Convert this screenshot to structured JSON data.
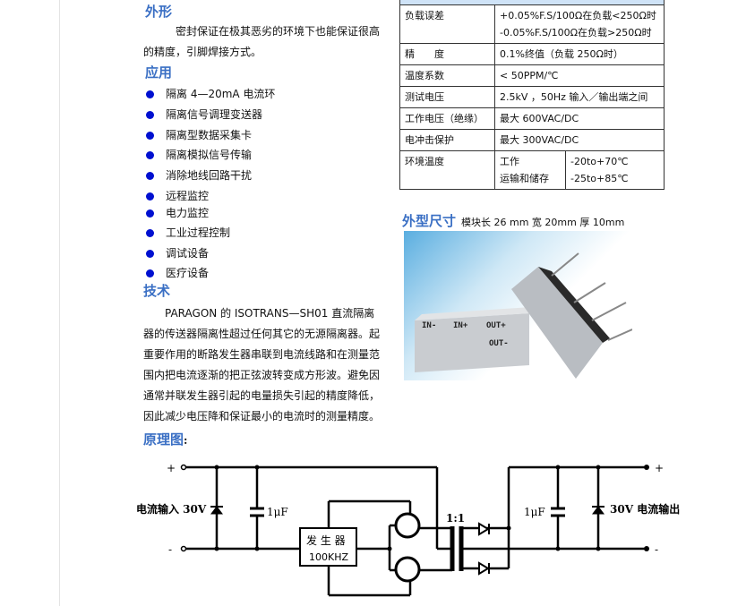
{
  "shape": {
    "heading": "外形",
    "text": "密封保证在极其恶劣的环境下也能保证很高的精度，引脚焊接方式。"
  },
  "application": {
    "heading": "应用",
    "items": [
      "隔离 4—20mA 电流环",
      "隔离信号调理变送器",
      "隔离型数据采集卡",
      "隔离模拟信号传输",
      "消除地线回路干扰",
      "远程监控",
      "电力监控",
      "工业过程控制",
      "调试设备",
      "医疗设备"
    ]
  },
  "tech": {
    "heading": "技术",
    "text": "PARAGON 的 ISOTRANS—SH01 直流隔离器的传送器隔离性超过任何其它的无源隔离器。起重要作用的断路发生器串联到电流线路和在测量范围内把电流逐渐的把正弦波转变成方形波。避免因通常并联发生器引起的电量损失引起的精度降低，因此减少电压降和保证最小的电流时的测量精度。"
  },
  "spec_table": {
    "rows": [
      {
        "label": "负载误差",
        "values": [
          "+0.05%F.S/100Ω在负载<250Ω时",
          "-0.05%F.S/100Ω在负载>250Ω时"
        ]
      },
      {
        "label": "精　　度",
        "values": [
          "0.1%终值（负载 250Ω时）"
        ]
      },
      {
        "label": "温度系数",
        "values": [
          "< 50PPM/℃"
        ]
      },
      {
        "label": "测试电压",
        "values": [
          "2.5kV ，50Hz 输入／输出端之间"
        ]
      },
      {
        "label": "工作电压（绝缘）",
        "values": [
          "最大 600VAC/DC"
        ]
      },
      {
        "label": "电冲击保护",
        "values": [
          "最大 300VAC/DC"
        ]
      }
    ],
    "env": {
      "label": "环境温度",
      "work": "工作",
      "work_range": "-20to+70℃",
      "storage": "运输和储存",
      "storage_range": "-25to+85℃"
    }
  },
  "dimensions": {
    "heading": "外型尺寸",
    "text": "模块长 26 mm  宽 20mm   厚 10mm"
  },
  "photo": {
    "pins": [
      "IN-",
      "IN+",
      "OUT+",
      "OUT-"
    ]
  },
  "schematic": {
    "heading": "原理图",
    "colon": ":",
    "input_label": "电流输入 30V",
    "output_label": "30V 电流输出",
    "cap_left": "1μF",
    "cap_right": "1μF",
    "ratio": "1:1",
    "generator": "发 生 器",
    "freq": "100KHZ",
    "plus": "+",
    "minus": "-"
  }
}
